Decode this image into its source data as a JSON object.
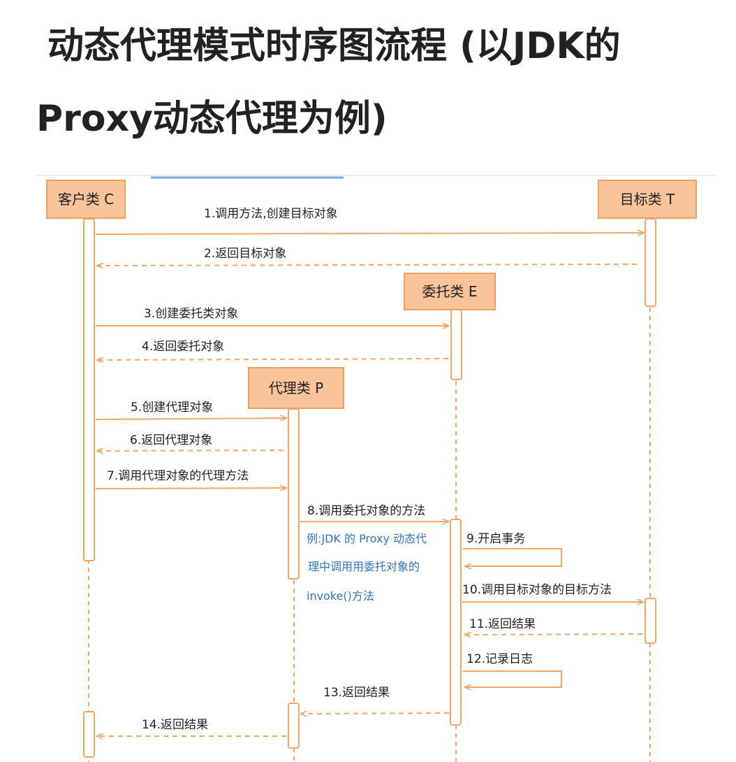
{
  "title": "动态代理模式时序图流程 (以JDK的Proxy动态代理为例)",
  "colors": {
    "line": "#f4a66a",
    "actor_fill": "#f9c49a",
    "actor_stroke": "#f0a060",
    "note_text": "#2e74c0"
  },
  "actors": [
    {
      "id": "C",
      "label": "客户类 C"
    },
    {
      "id": "T",
      "label": "目标类 T"
    },
    {
      "id": "E",
      "label": "委托类 E"
    },
    {
      "id": "P",
      "label": "代理类 P"
    }
  ],
  "messages": [
    {
      "label": "1.调用方法,创建目标对象",
      "from": "C",
      "to": "T",
      "style": "solid"
    },
    {
      "label": "2.返回目标对象",
      "from": "T",
      "to": "C",
      "style": "dashed"
    },
    {
      "label": "3.创建委托类对象",
      "from": "C",
      "to": "E",
      "style": "solid"
    },
    {
      "label": "4.返回委托对象",
      "from": "E",
      "to": "C",
      "style": "dashed"
    },
    {
      "label": "5.创建代理对象",
      "from": "C",
      "to": "P",
      "style": "solid"
    },
    {
      "label": "6.返回代理对象",
      "from": "P",
      "to": "C",
      "style": "dashed"
    },
    {
      "label": "7.调用代理对象的代理方法",
      "from": "C",
      "to": "P",
      "style": "solid"
    },
    {
      "label": "8.调用委托对象的方法",
      "from": "P",
      "to": "E",
      "style": "solid"
    },
    {
      "label": "9.开启事务",
      "from": "E",
      "to": "E",
      "style": "self"
    },
    {
      "label": "10.调用目标对象的目标方法",
      "from": "E",
      "to": "T",
      "style": "solid"
    },
    {
      "label": "11.返回结果",
      "from": "T",
      "to": "E",
      "style": "dashed"
    },
    {
      "label": "12.记录日志",
      "from": "E",
      "to": "E",
      "style": "self"
    },
    {
      "label": "13.返回结果",
      "from": "E",
      "to": "P",
      "style": "dashed"
    },
    {
      "label": "14.返回结果",
      "from": "P",
      "to": "C",
      "style": "dashed"
    }
  ],
  "note": [
    "例:JDK 的 Proxy 动态代",
    "理中调用用委托对象的",
    "invoke()方法"
  ]
}
